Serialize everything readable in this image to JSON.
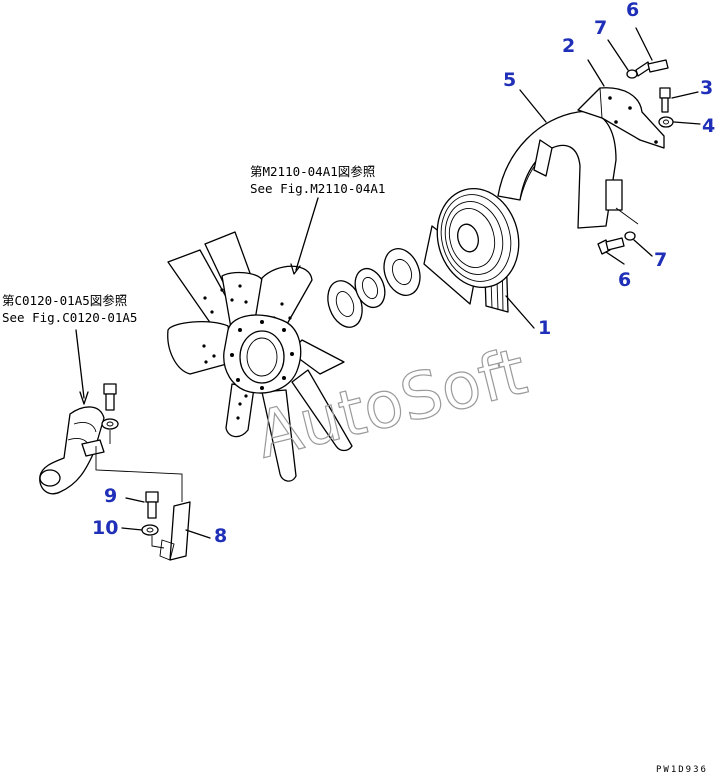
{
  "diagram": {
    "watermark": "AutoSoft",
    "drawing_code": "PW1D936",
    "references": {
      "fan": {
        "line1": "第M2110-04A1図参照",
        "line2": "See Fig.M2110-04A1"
      },
      "hose": {
        "line1": "第C0120-01A5図参照",
        "line2": "See Fig.C0120-01A5"
      }
    },
    "parts": [
      {
        "id": "p1",
        "number": "1"
      },
      {
        "id": "p2",
        "number": "2"
      },
      {
        "id": "p3",
        "number": "3"
      },
      {
        "id": "p4",
        "number": "4"
      },
      {
        "id": "p5",
        "number": "5"
      },
      {
        "id": "p6a",
        "number": "6"
      },
      {
        "id": "p6b",
        "number": "6"
      },
      {
        "id": "p7a",
        "number": "7"
      },
      {
        "id": "p7b",
        "number": "7"
      },
      {
        "id": "p8",
        "number": "8"
      },
      {
        "id": "p9",
        "number": "9"
      },
      {
        "id": "p10",
        "number": "10"
      }
    ],
    "colors": {
      "callout": "#1f2fb8",
      "line": "#000000",
      "watermark": "#9a9a9a"
    }
  }
}
